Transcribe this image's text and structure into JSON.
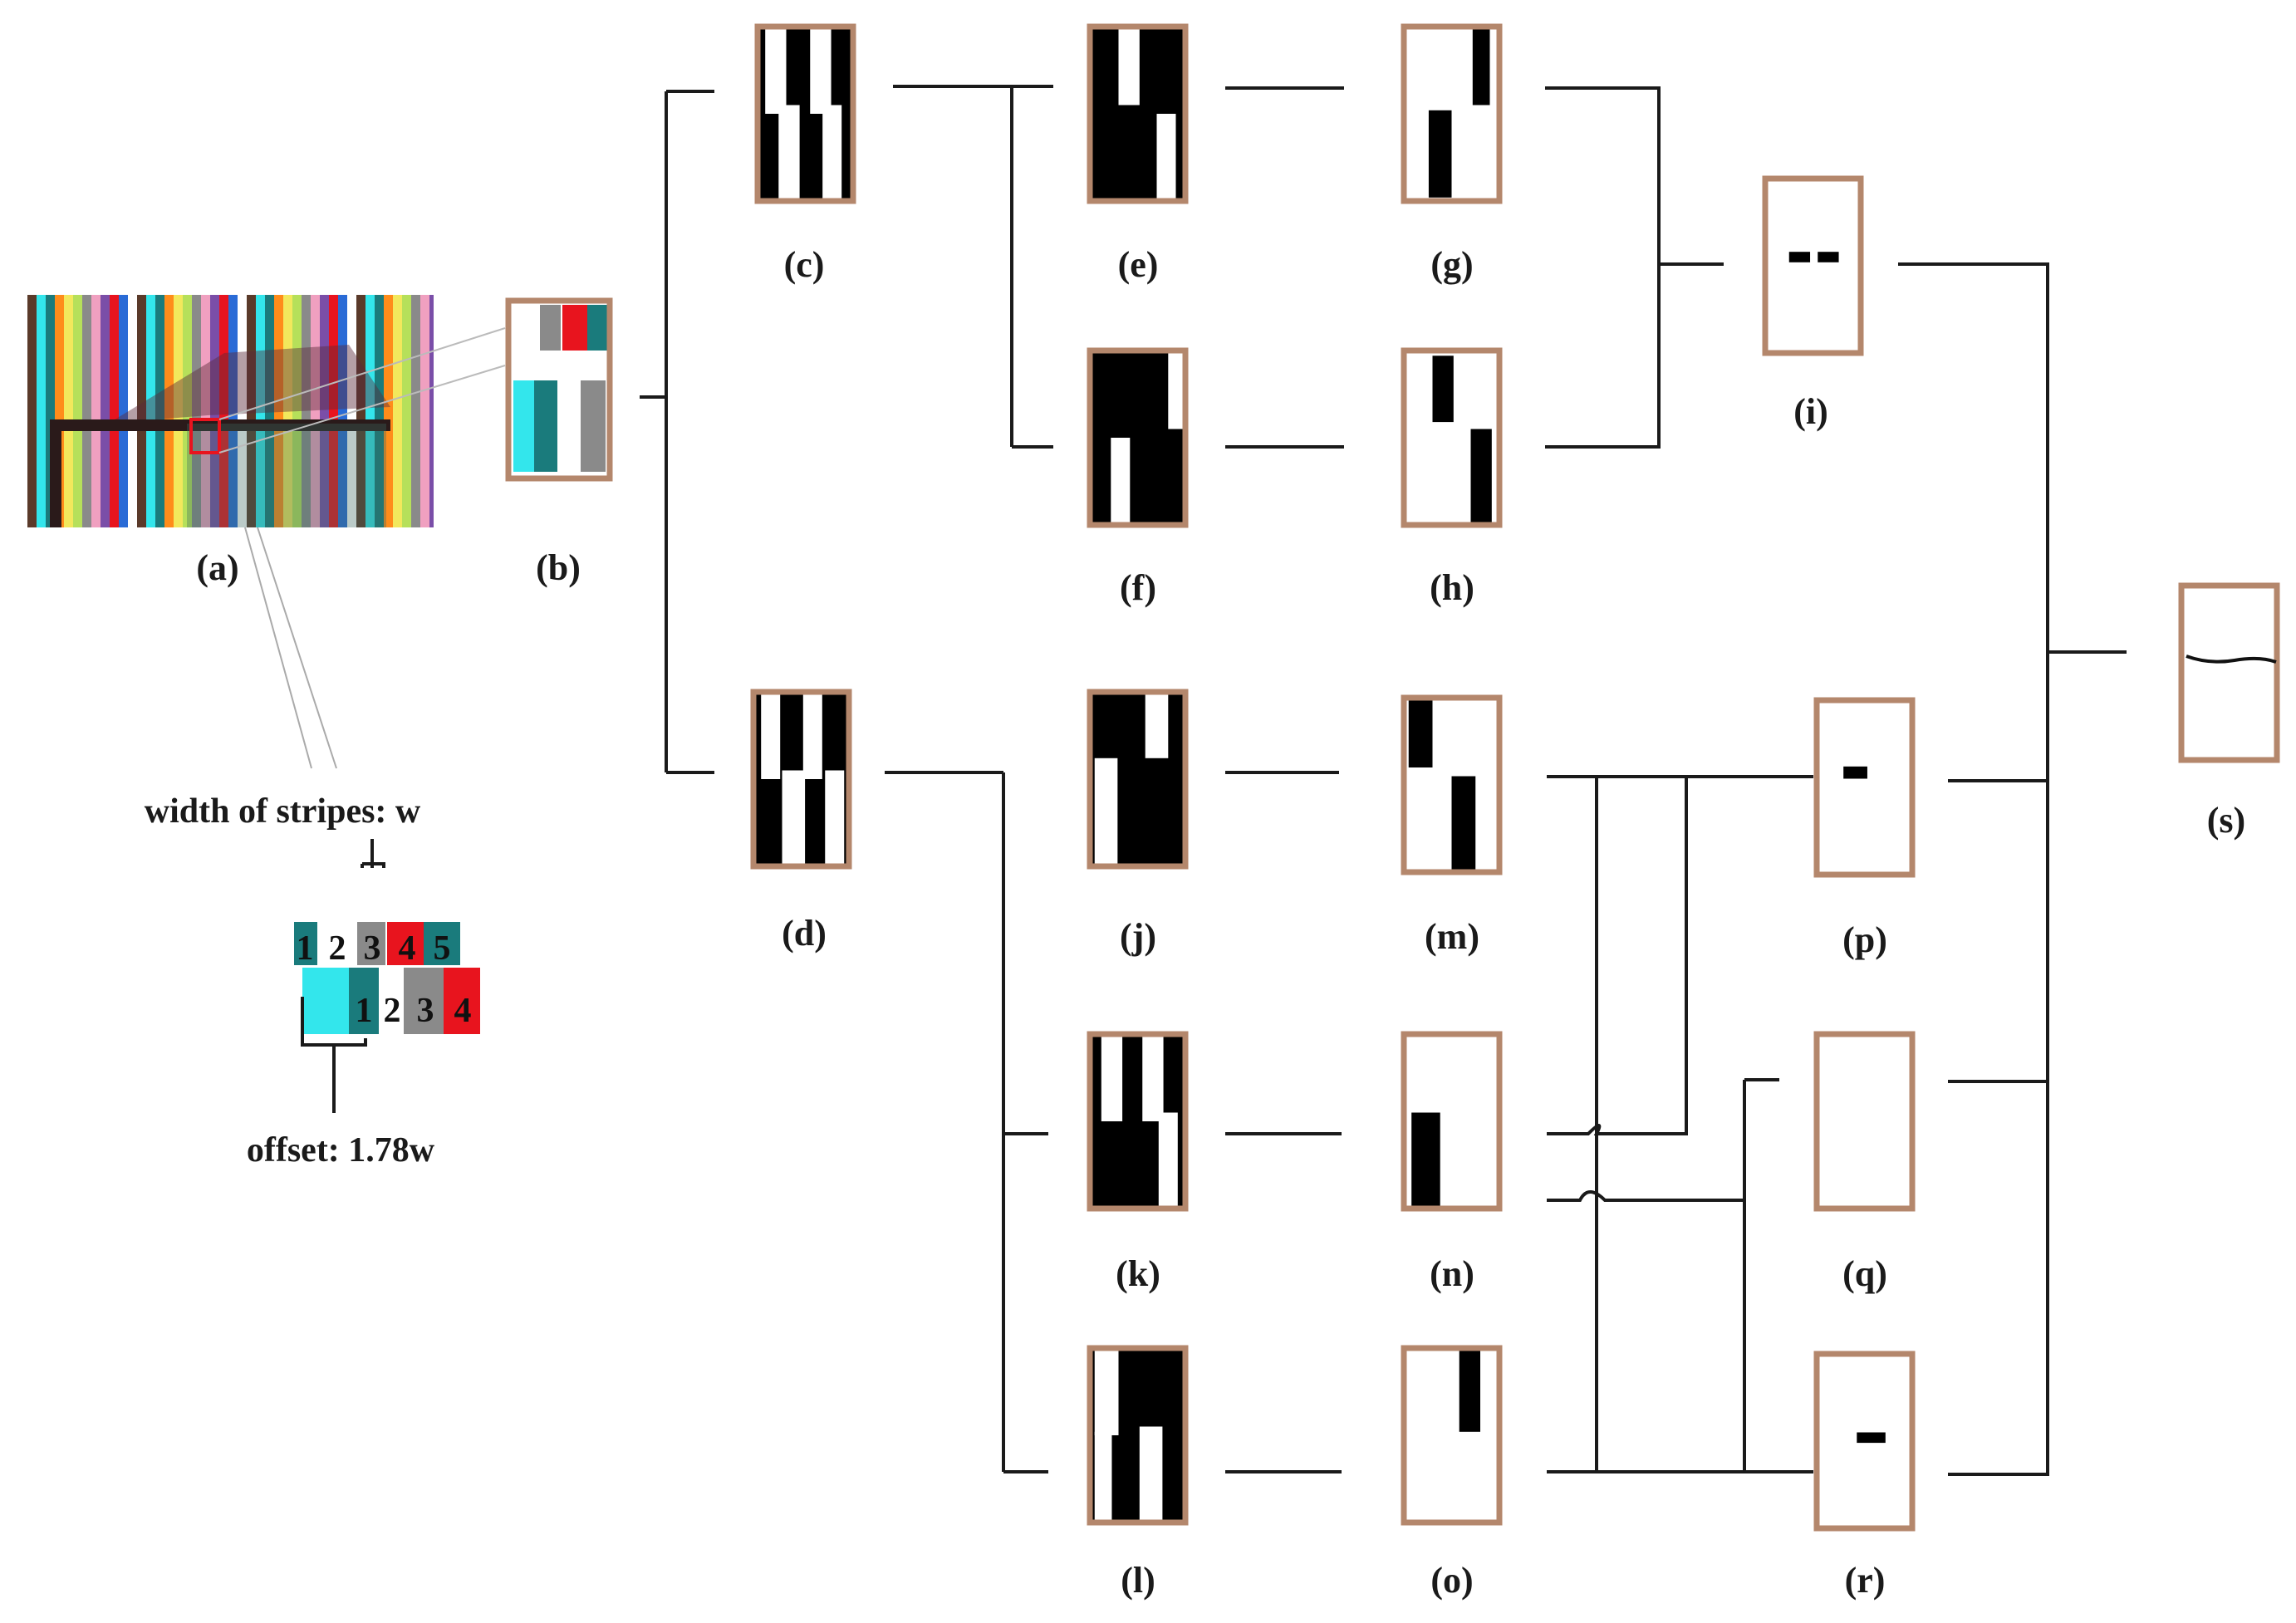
{
  "colors": {
    "frame": "#b4876c",
    "line": "#1a1a1a",
    "mask_black": "#000000",
    "mask_white": "#ffffff",
    "teal": "#1a7b7c",
    "cyan": "#33e6ec",
    "gray": "#8a8a8a",
    "red": "#e8141e"
  },
  "panels": {
    "a": "(a)",
    "b": "(b)",
    "c": "(c)",
    "d": "(d)",
    "e": "(e)",
    "f": "(f)",
    "g": "(g)",
    "h": "(h)",
    "i": "(i)",
    "j": "(j)",
    "k": "(k)",
    "l": "(l)",
    "m": "(m)",
    "n": "(n)",
    "o": "(o)",
    "p": "(p)",
    "q": "(q)",
    "r": "(r)",
    "s": "(s)"
  },
  "annotations": {
    "stripe_width": "width of stripes: w",
    "offset": "offset: 1.78w"
  },
  "stripe_key": {
    "top_row": [
      "1",
      "2",
      "3",
      "4",
      "5"
    ],
    "bottom_row": [
      "1",
      "2",
      "3",
      "4"
    ]
  }
}
